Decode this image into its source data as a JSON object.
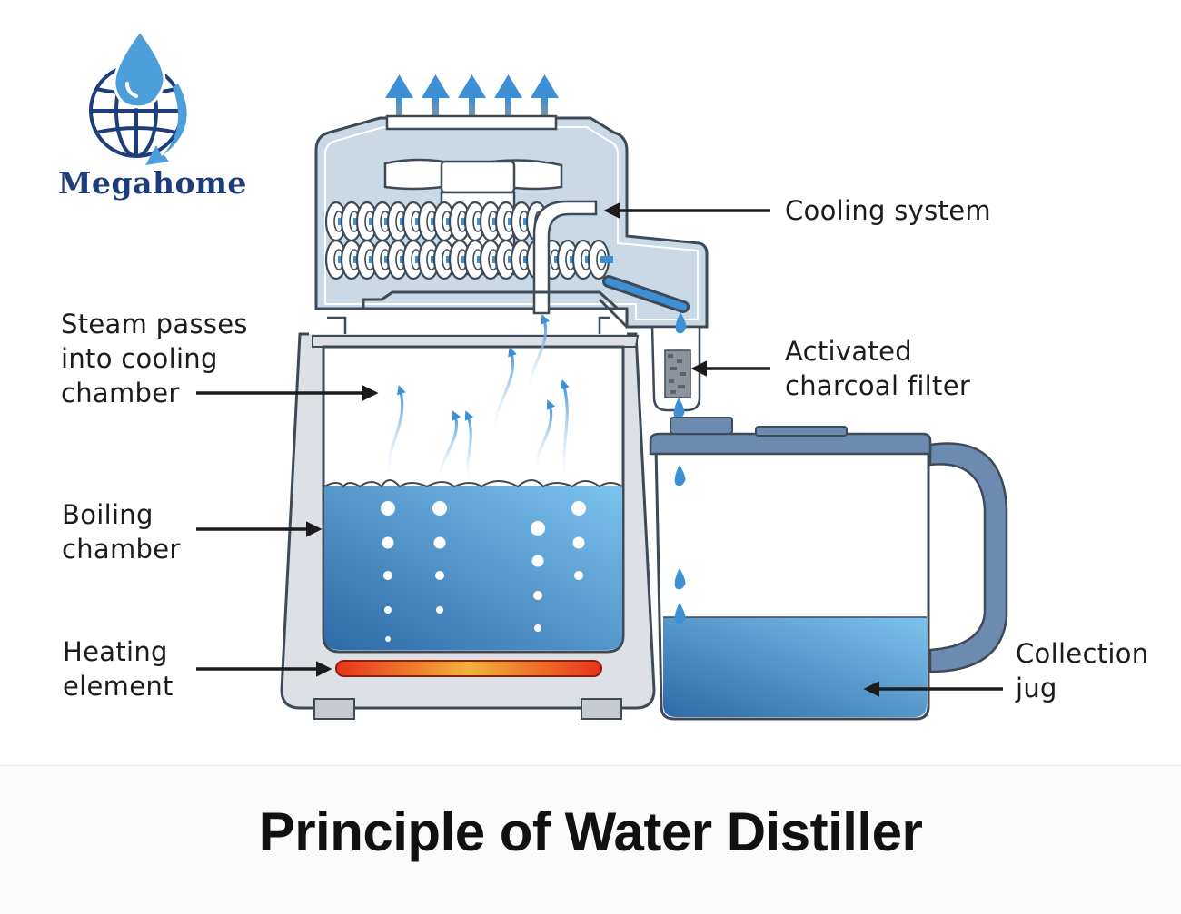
{
  "brand": {
    "name": "Megahome",
    "color_primary": "#1d3d7c",
    "color_drop": "#4d9fdb"
  },
  "labels": {
    "cooling": "Cooling system",
    "steam": "Steam passes\ninto cooling\nchamber",
    "filter": "Activated\ncharcoal filter",
    "boiling": "Boiling\nchamber",
    "heating": "Heating\nelement",
    "jug": "Collection\njug"
  },
  "title": "Principle of Water Distiller",
  "colors": {
    "water_dark": "#2e6aa8",
    "water_light": "#7cc3ee",
    "housing_fill": "#dde1e6",
    "housing_stroke": "#3f4a57",
    "cooling_fill": "#c9d9e6",
    "jug_handle": "#6d8bb0",
    "heater_hot": "#e8331b",
    "heater_warm": "#f2b23a",
    "arrow_blue": "#3d8fd6"
  }
}
